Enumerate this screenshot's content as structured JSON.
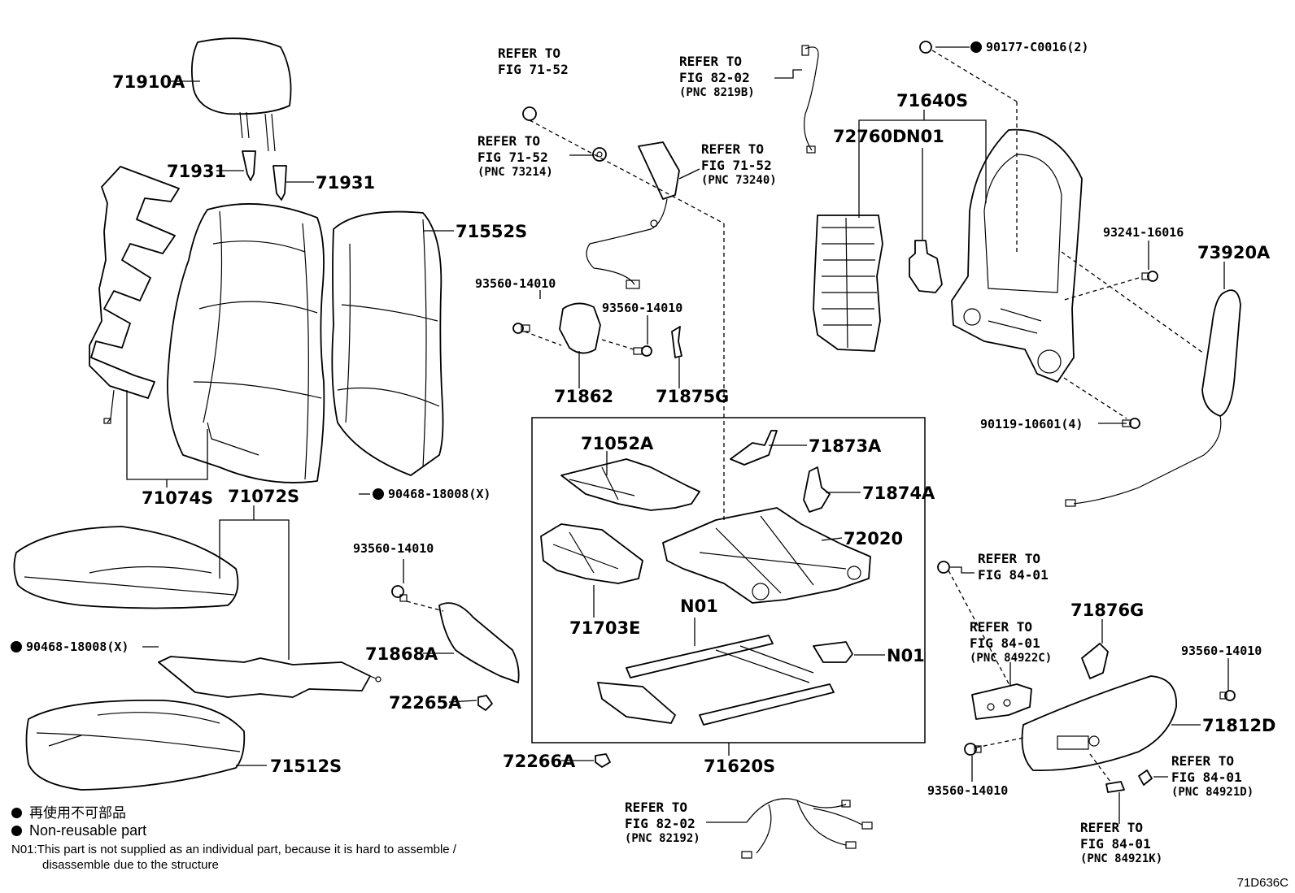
{
  "parts": {
    "p71910A": "71910A",
    "p71931a": "71931",
    "p71931b": "71931",
    "p71552S": "71552S",
    "p71074S": "71074S",
    "p71072S": "71072S",
    "p71512S": "71512S",
    "p71862": "71862",
    "p71875G": "71875G",
    "p71052A": "71052A",
    "p71703E": "71703E",
    "p71873A": "71873A",
    "p71874A": "71874A",
    "p72020": "72020",
    "pN01a": "N01",
    "pN01b": "N01",
    "pN01c": "N01",
    "p71620S": "71620S",
    "p71868A": "71868A",
    "p72265A": "72265A",
    "p72266A": "72266A",
    "p71640S": "71640S",
    "p72760D": "72760D",
    "p73920A": "73920A",
    "p71876G": "71876G",
    "p71812D": "71812D"
  },
  "codes": {
    "c90177": "90177-C0016(2)",
    "c93241": "93241-16016",
    "c90119": "90119-10601(4)",
    "c90468a": "90468-18008(X)",
    "c90468b": "90468-18008(X)",
    "c93560a": "93560-14010",
    "c93560b": "93560-14010",
    "c93560c": "93560-14010",
    "c93560d": "93560-14010",
    "c93560e": "93560-14010"
  },
  "refs": {
    "r1_l1": "REFER TO",
    "r1_l2": "FIG 71-52",
    "r2_l1": "REFER TO",
    "r2_l2": "FIG 71-52",
    "r2_l3": "(PNC 73214)",
    "r3_l1": "REFER TO",
    "r3_l2": "FIG 82-02",
    "r3_l3": "(PNC 8219B)",
    "r4_l1": "REFER TO",
    "r4_l2": "FIG 71-52",
    "r4_l3": "(PNC 73240)",
    "r5_l1": "REFER TO",
    "r5_l2": "FIG 84-01",
    "r6_l1": "REFER TO",
    "r6_l2": "FIG 84-01",
    "r6_l3": "(PNC 84922C)",
    "r7_l1": "REFER TO",
    "r7_l2": "FIG 84-01",
    "r7_l3": "(PNC 84921D)",
    "r8_l1": "REFER TO",
    "r8_l2": "FIG 84-01",
    "r8_l3": "(PNC 84921K)",
    "r9_l1": "REFER TO",
    "r9_l2": "FIG 82-02",
    "r9_l3": "(PNC 82192)"
  },
  "legend": {
    "nonreusable_jp": "再使用不可部品",
    "nonreusable_en": "Non-reusable part",
    "note_line1": "N01:This part is not supplied as an individual part, because it is hard to assemble /",
    "note_line2": "disassemble due to the structure"
  },
  "figure_id": "71D636C"
}
